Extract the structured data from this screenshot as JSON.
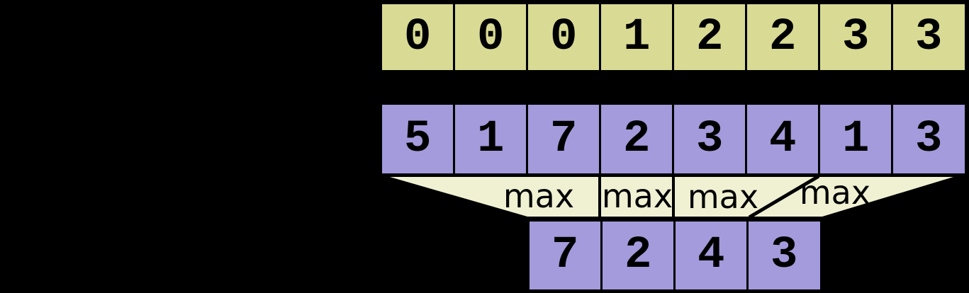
{
  "colors": {
    "background": "#000000",
    "segment_ids_fill": "#d9db94",
    "values_fill": "#a39bdc",
    "funnel_fill": "#f0f1d3",
    "border": "#000000",
    "text": "#000000"
  },
  "segment_ids_row": {
    "values": [
      "0",
      "0",
      "0",
      "1",
      "2",
      "2",
      "3",
      "3"
    ]
  },
  "values_row": {
    "values": [
      "5",
      "1",
      "7",
      "2",
      "3",
      "4",
      "1",
      "3"
    ]
  },
  "output_row": {
    "values": [
      "7",
      "2",
      "4",
      "3"
    ]
  },
  "funnel": {
    "labels": [
      "max",
      "max",
      "max",
      "max"
    ]
  }
}
